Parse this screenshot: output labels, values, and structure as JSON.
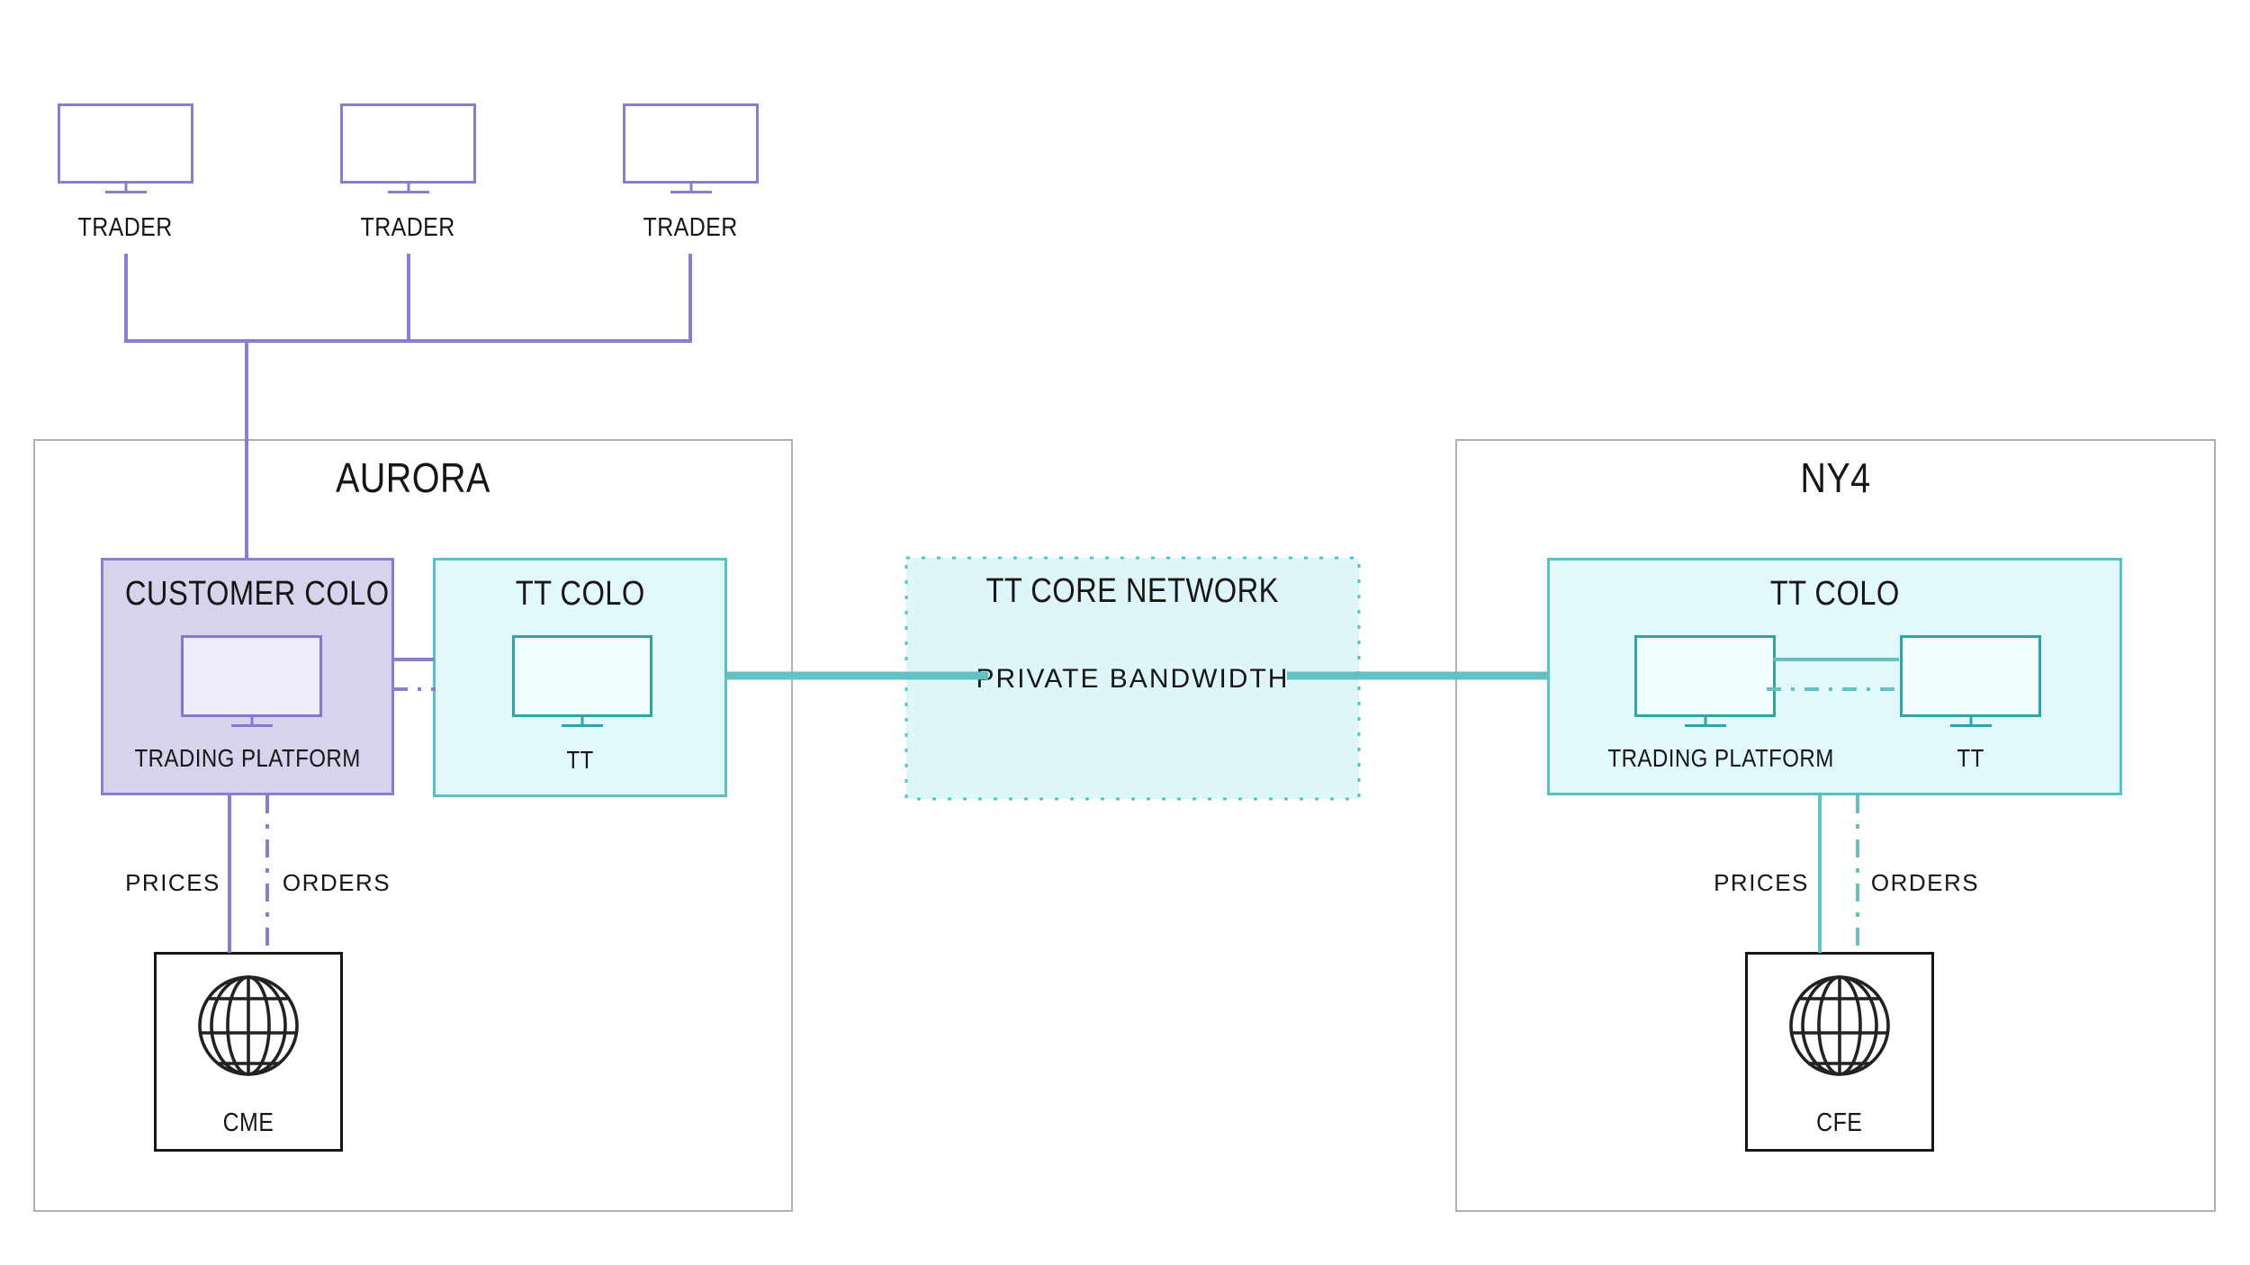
{
  "diagram": {
    "traders": [
      {
        "label": "TRADER"
      },
      {
        "label": "TRADER"
      },
      {
        "label": "TRADER"
      }
    ],
    "aurora": {
      "title": "AURORA",
      "customer_colo": {
        "title": "CUSTOMER COLO",
        "platform_label": "TRADING PLATFORM"
      },
      "tt_colo": {
        "title": "TT COLO",
        "tt_label": "TT"
      },
      "prices_label": "PRICES",
      "orders_label": "ORDERS",
      "exchange_label": "CME"
    },
    "core_network": {
      "title": "TT CORE NETWORK",
      "bandwidth_label": "PRIVATE BANDWIDTH"
    },
    "ny4": {
      "title": "NY4",
      "tt_colo": {
        "title": "TT COLO",
        "platform_label": "TRADING PLATFORM",
        "tt_label": "TT"
      },
      "prices_label": "PRICES",
      "orders_label": "ORDERS",
      "exchange_label": "CFE"
    },
    "colors": {
      "purple_line": "#8b7cd0",
      "purple_box_fill": "#d9d2ec",
      "purple_monitor_fill": "#efedf9",
      "teal_line": "#63c1c4",
      "teal_box_border": "#56c2c6",
      "teal_monitor_border": "#2fa3a9",
      "teal_box_fill": "#e1f9fb",
      "core_box_fill": "#def6f8",
      "core_dotted_border": "#4fc3c8",
      "site_border": "#b0b0b0",
      "exchange_border": "#161616",
      "text": "#161616"
    }
  }
}
